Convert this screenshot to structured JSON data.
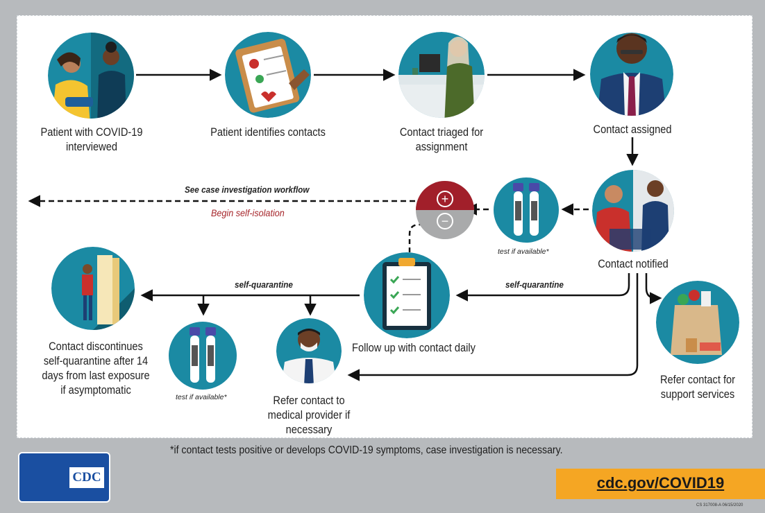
{
  "steps": {
    "interviewed": "Patient with COVID-19 interviewed",
    "identifies": "Patient identifies contacts",
    "triaged": "Contact triaged for assignment",
    "assigned": "Contact assigned",
    "notified": "Contact notified",
    "follow_up": "Follow up with contact daily",
    "discontinues": "Contact discontinues self-quarantine after 14 days from last exposure if asymptomatic",
    "medical": "Refer contact to medical provider if necessary",
    "support": "Refer contact for support services"
  },
  "edge_labels": {
    "workflow": "See case investigation workflow",
    "isolation": "Begin self-isolation",
    "quarantine_right": "self-quarantine",
    "quarantine_left": "self-quarantine",
    "test_upper": "test if available*",
    "test_lower": "test if available*"
  },
  "test_result": {
    "positive": "+",
    "negative": "−"
  },
  "footnote": "*if contact tests positive or develops COVID-19 symptoms, case investigation is necessary.",
  "logo_text": "CDC",
  "url": "cdc.gov/COVID19",
  "doc_code": "CS 317008-A   06/15/2020",
  "colors": {
    "circle": "#1b8aa3",
    "accent_red": "#b5252a",
    "url_bar": "#f5a623",
    "cdc_blue": "#1a4fa1"
  }
}
